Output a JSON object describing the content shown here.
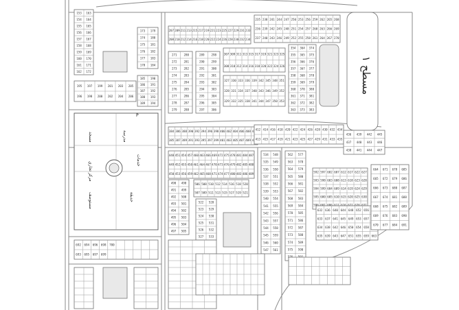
{
  "map": {
    "title": "",
    "colors": {
      "road": "#8a8a8a",
      "block": "#6e6e6e",
      "park": "#e9e9e9",
      "background": "#ffffff"
    },
    "land_use_labels": {
      "masjid": "مسجد",
      "parking": "P",
      "school": "مدرسة",
      "clinic": "مستوصف",
      "garden": "حديقة",
      "commercial": "مركز تجاري",
      "central": "خدمات"
    },
    "service_strip_label": "مسطح ١",
    "lot_number_samples": [
      "153",
      "154",
      "155",
      "156",
      "157",
      "158",
      "159",
      "160",
      "161",
      "162",
      "163",
      "164",
      "165",
      "166",
      "167",
      "168",
      "169",
      "170",
      "171",
      "172",
      "173",
      "174",
      "175",
      "176",
      "177",
      "178",
      "179",
      "180",
      "181",
      "182",
      "183",
      "184",
      "185",
      "186",
      "187",
      "188",
      "189",
      "190",
      "191",
      "192",
      "193",
      "194",
      "195",
      "196",
      "197",
      "198",
      "199",
      "200",
      "201",
      "202",
      "203",
      "204",
      "205",
      "206",
      "207",
      "208",
      "209",
      "210",
      "211",
      "212",
      "213",
      "214",
      "215",
      "216",
      "217",
      "218",
      "219",
      "220",
      "221",
      "222",
      "223",
      "224",
      "225",
      "226",
      "227",
      "228",
      "229",
      "230",
      "231",
      "232",
      "233",
      "234",
      "235",
      "236",
      "237",
      "238",
      "239",
      "240",
      "241",
      "242",
      "243",
      "244",
      "245",
      "246",
      "247",
      "248",
      "249",
      "250",
      "251",
      "252",
      "253",
      "254",
      "255",
      "256",
      "257",
      "258",
      "259",
      "260",
      "261",
      "262",
      "263",
      "264",
      "265",
      "266",
      "267",
      "268",
      "269",
      "270",
      "271",
      "272",
      "273",
      "274",
      "275",
      "276",
      "277",
      "278",
      "279",
      "280",
      "281",
      "282",
      "283",
      "284",
      "285",
      "286",
      "287",
      "288",
      "289",
      "290",
      "291",
      "292",
      "293",
      "294",
      "295",
      "296",
      "297",
      "298",
      "299",
      "300",
      "301",
      "302",
      "303",
      "304",
      "305",
      "306",
      "307",
      "308",
      "309",
      "310",
      "311",
      "312",
      "313",
      "314",
      "315",
      "316",
      "317",
      "318",
      "319",
      "320",
      "321",
      "322",
      "323",
      "324",
      "325",
      "326",
      "327",
      "328",
      "329",
      "330",
      "331",
      "332",
      "333",
      "334",
      "335",
      "336",
      "337",
      "338",
      "339",
      "340",
      "341",
      "342",
      "343",
      "344",
      "345",
      "346",
      "347",
      "348",
      "349",
      "350",
      "351",
      "352",
      "353",
      "354",
      "355",
      "356",
      "357",
      "358",
      "359",
      "360",
      "361",
      "362",
      "363",
      "364",
      "365",
      "366",
      "367",
      "368",
      "369",
      "370",
      "371",
      "372",
      "373",
      "374",
      "375",
      "376",
      "377",
      "378",
      "379",
      "380",
      "381",
      "382",
      "383",
      "384",
      "385",
      "386",
      "387",
      "388",
      "389",
      "390",
      "391",
      "392",
      "393",
      "394",
      "395",
      "396",
      "397",
      "398",
      "399",
      "400",
      "401",
      "402",
      "403",
      "404",
      "405",
      "406",
      "407",
      "408",
      "409",
      "410",
      "411",
      "412",
      "413",
      "414",
      "415",
      "416",
      "417",
      "418",
      "419",
      "420",
      "421",
      "422",
      "423",
      "424",
      "425",
      "426",
      "427",
      "428",
      "429",
      "430",
      "431",
      "432",
      "433",
      "434",
      "435",
      "436",
      "437",
      "438",
      "439",
      "440",
      "441",
      "442",
      "443",
      "444",
      "445",
      "446",
      "447",
      "448",
      "449",
      "450",
      "451",
      "452",
      "453",
      "454",
      "455",
      "456",
      "457",
      "458",
      "459",
      "460",
      "461",
      "462",
      "463",
      "464",
      "465",
      "466",
      "467",
      "468",
      "469",
      "470",
      "471",
      "472",
      "473",
      "474",
      "475",
      "476",
      "477",
      "478",
      "479",
      "480",
      "481",
      "482",
      "483",
      "484",
      "485",
      "486",
      "487",
      "488",
      "489",
      "490",
      "491",
      "492",
      "493",
      "494",
      "495",
      "496",
      "497",
      "498",
      "499",
      "500",
      "501",
      "502",
      "503",
      "504",
      "505",
      "506",
      "507",
      "508",
      "509",
      "510",
      "511",
      "512",
      "513",
      "514",
      "515",
      "516",
      "517",
      "518",
      "519",
      "520",
      "521",
      "522",
      "523",
      "524",
      "525",
      "526",
      "527",
      "528",
      "529",
      "530",
      "531",
      "532",
      "533",
      "534",
      "535",
      "536",
      "537",
      "538",
      "539",
      "540",
      "541",
      "542",
      "543",
      "544",
      "545",
      "546",
      "547",
      "548",
      "549",
      "550",
      "551",
      "552",
      "553",
      "554",
      "555",
      "556",
      "557",
      "558",
      "559",
      "560",
      "561",
      "562",
      "563",
      "564",
      "565",
      "566",
      "567",
      "568",
      "569",
      "570",
      "571",
      "572",
      "573",
      "574",
      "575",
      "576",
      "577",
      "578",
      "579",
      "580",
      "581",
      "582",
      "583",
      "584",
      "585",
      "586",
      "587",
      "588",
      "589",
      "590",
      "591",
      "592",
      "593",
      "594",
      "595",
      "596",
      "597",
      "598",
      "599",
      "600",
      "601",
      "602",
      "603",
      "604",
      "605",
      "606",
      "607",
      "608",
      "609",
      "610",
      "611",
      "612",
      "613",
      "614",
      "615",
      "616",
      "617",
      "618",
      "619",
      "620",
      "621",
      "622",
      "623",
      "624",
      "625",
      "626",
      "627",
      "628",
      "629",
      "630",
      "631",
      "632",
      "633",
      "634",
      "635",
      "636",
      "637",
      "638",
      "639",
      "640",
      "641",
      "642",
      "643",
      "644",
      "645",
      "646",
      "647",
      "648",
      "649",
      "650",
      "651",
      "652",
      "653",
      "654",
      "655",
      "656",
      "657",
      "658",
      "659",
      "660",
      "661",
      "662",
      "663",
      "664",
      "665",
      "666",
      "667",
      "668",
      "669",
      "670",
      "671",
      "672",
      "673",
      "674",
      "675",
      "676",
      "677",
      "678",
      "679",
      "680",
      "681",
      "682",
      "683",
      "684",
      "685",
      "686",
      "687",
      "688",
      "689",
      "690",
      "691",
      "692",
      "693",
      "694",
      "695",
      "696",
      "697",
      "698",
      "699",
      "700"
    ]
  }
}
